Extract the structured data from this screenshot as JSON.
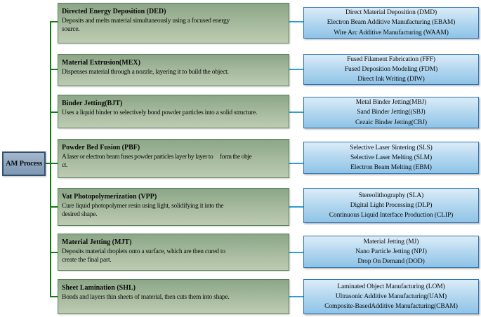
{
  "root": {
    "label": "AM Process"
  },
  "rows": [
    {
      "id": "ded",
      "title": "Directed Energy Deposition (DED)",
      "description": "Deposits and melts material simultaneously using a focused energy\nsource.",
      "subtypes": [
        "Direct Material Deposition (DMD)",
        "Electron Beam Additive Manufacturing (EBAM)",
        "Wire Arc Additive Manufacturing (WAAM)"
      ]
    },
    {
      "id": "mex",
      "title": "Material Extrusion(MEX)",
      "description": "Dispenses material through a nozzle, layering it to build the object.",
      "subtypes": [
        "Fused Filament Fabrication (FFF)",
        "Fused Deposition Modeling (FDM)",
        "Direct Ink Writing (DIW)"
      ]
    },
    {
      "id": "bjt",
      "title": "Binder Jetting(BJT)",
      "description": "Uses a liquid binder to selectively bond powder particles into a solid structure.",
      "subtypes": [
        "Metal Binder Jetting(MBJ)",
        "Sand Binder Jetting((SBJ)",
        "Cezaic Binder Jetting(CBJ)"
      ]
    },
    {
      "id": "pbf",
      "title": "Powder Bed Fusion (PBF)",
      "description": "A laser or electron beam fuses powder particles layer by layer to     form the obje\nct.",
      "subtypes": [
        "Selective Laser Sintering (SLS)",
        "Selective Laser Melting (SLM)",
        "Electron Beam Melting (EBM)"
      ]
    },
    {
      "id": "vpp",
      "title": "Vat Photopolymerization (VPP)",
      "description": "Cure liquid photopolymer resin using light, solidifying it into the\ndesired shape.",
      "subtypes": [
        "Stereolithography (SLA)",
        "Digital Light Processing (DLP)",
        "Continuous Liquid Interface Production (CLIP)"
      ]
    },
    {
      "id": "mjt",
      "title": "Material Jetting (MJT)",
      "description": "Deposits material droplets onto a surface, which are then cured to\ncreate the final part.",
      "subtypes": [
        "Material Jetting (MJ)",
        "Nano Particle Jetting (NPJ)",
        "Drop On Demand (DOD)"
      ]
    },
    {
      "id": "shl",
      "title": "Sheet Lamination (SHL)",
      "description": "Bonds and layers thin sheets of material, then cuts them into shape.",
      "subtypes": [
        "Laminated Object Manufacturing (LOM)",
        "Ultrasonic Additive Manufacturing(UAM)",
        "Composite-BasedAdditive Manufacturing(CBAM)"
      ]
    }
  ],
  "colors": {
    "process_box_border": "#55815a",
    "process_box_fill_top": "#8ca687",
    "process_box_fill_bottom": "#bdcbb3",
    "subtype_box_border": "#2e74b5",
    "subtype_box_fill_top": "#dcecf8",
    "subtype_box_fill_bottom": "#8fc3e7",
    "root_box_border": "#32506e",
    "root_box_fill": "#8ba3bd",
    "green_connector": "#0e7e12",
    "blue_connector": "#2d9fd1"
  }
}
